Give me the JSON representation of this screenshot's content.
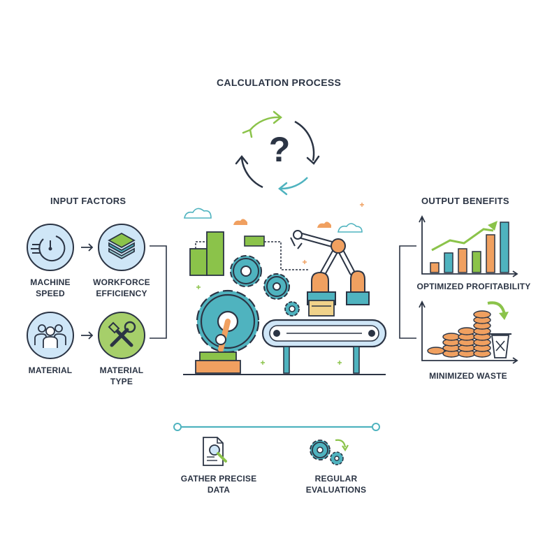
{
  "diagram": {
    "title": "CALCULATION PROCESS",
    "input_section": {
      "heading": "INPUT FACTORS",
      "items": [
        {
          "label": "MACHINE SPEED",
          "icon": "speedometer-icon"
        },
        {
          "label": "WORKFORCE EFFICIENCY",
          "icon": "layers-icon"
        },
        {
          "label": "MATERIAL",
          "icon": "people-icon"
        },
        {
          "label": "MATERIAL TYPE",
          "icon": "tools-icon"
        }
      ]
    },
    "output_section": {
      "heading": "OUTPUT BENEFITS",
      "items": [
        {
          "label": "OPTIMIZED PROFITABILITY",
          "icon": "growth-chart-icon"
        },
        {
          "label": "MINIMIZED WASTE",
          "icon": "coins-recycle-icon"
        }
      ]
    },
    "footer": {
      "items": [
        {
          "label": "GATHER PRECISE DATA",
          "icon": "document-search-icon"
        },
        {
          "label": "REGULAR EVALUATIONS",
          "icon": "gears-cycle-icon"
        }
      ]
    },
    "center_symbol": "?",
    "colors": {
      "navy": "#2b3444",
      "teal": "#4fb3bf",
      "green": "#8bc34a",
      "orange": "#f0a060",
      "light_blue": "#cfe6f7"
    }
  }
}
